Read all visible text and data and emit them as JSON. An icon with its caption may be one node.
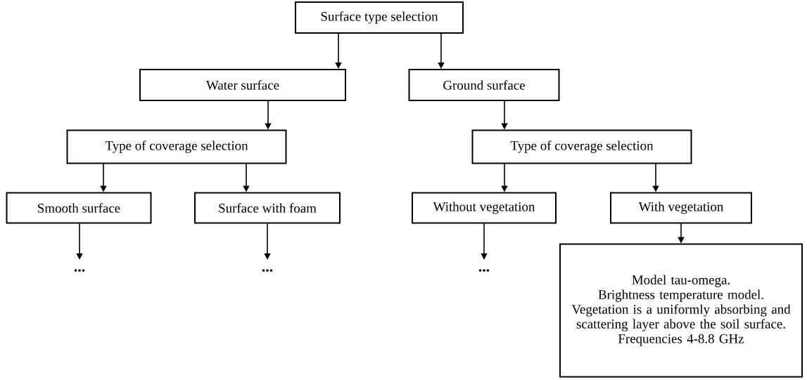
{
  "diagram": {
    "nodes": [
      {
        "text": [
          "Surface type selection"
        ]
      },
      {
        "text": [
          "Water surface"
        ]
      },
      {
        "text": [
          "Ground surface"
        ]
      },
      {
        "text": [
          "Type of coverage selection"
        ]
      },
      {
        "text": [
          "Type of coverage selection"
        ]
      },
      {
        "text": [
          "Smooth surface"
        ]
      },
      {
        "text": [
          "Surface with foam"
        ]
      },
      {
        "text": [
          "Without vegetation"
        ]
      },
      {
        "text": [
          "With vegetation"
        ]
      },
      {
        "text": [
          "..."
        ]
      },
      {
        "text": [
          "..."
        ]
      },
      {
        "text": [
          "..."
        ]
      },
      {
        "text": [
          "Model tau-omega.",
          "Brightness temperature model.",
          "Vegetation is a uniformly absorbing and scattering layer above the soil surface.",
          "Frequencies 4-8.8 GHz"
        ]
      }
    ],
    "edges": [
      {
        "from": 0,
        "to": 1,
        "arrow": "to"
      },
      {
        "from": 0,
        "to": 2,
        "arrow": "to"
      },
      {
        "from": 1,
        "to": 3,
        "arrow": "to"
      },
      {
        "from": 2,
        "to": 4,
        "arrow": "to"
      },
      {
        "from": 3,
        "to": 5,
        "arrow": "to"
      },
      {
        "from": 3,
        "to": 6,
        "arrow": "to"
      },
      {
        "from": 4,
        "to": 7,
        "arrow": "to"
      },
      {
        "from": 4,
        "to": 8,
        "arrow": "to"
      },
      {
        "from": 5,
        "to": 9,
        "arrow": "to"
      },
      {
        "from": 6,
        "to": 10,
        "arrow": "to"
      },
      {
        "from": 7,
        "to": 11,
        "arrow": "to"
      },
      {
        "from": 8,
        "to": 12,
        "arrow": "to"
      }
    ]
  }
}
